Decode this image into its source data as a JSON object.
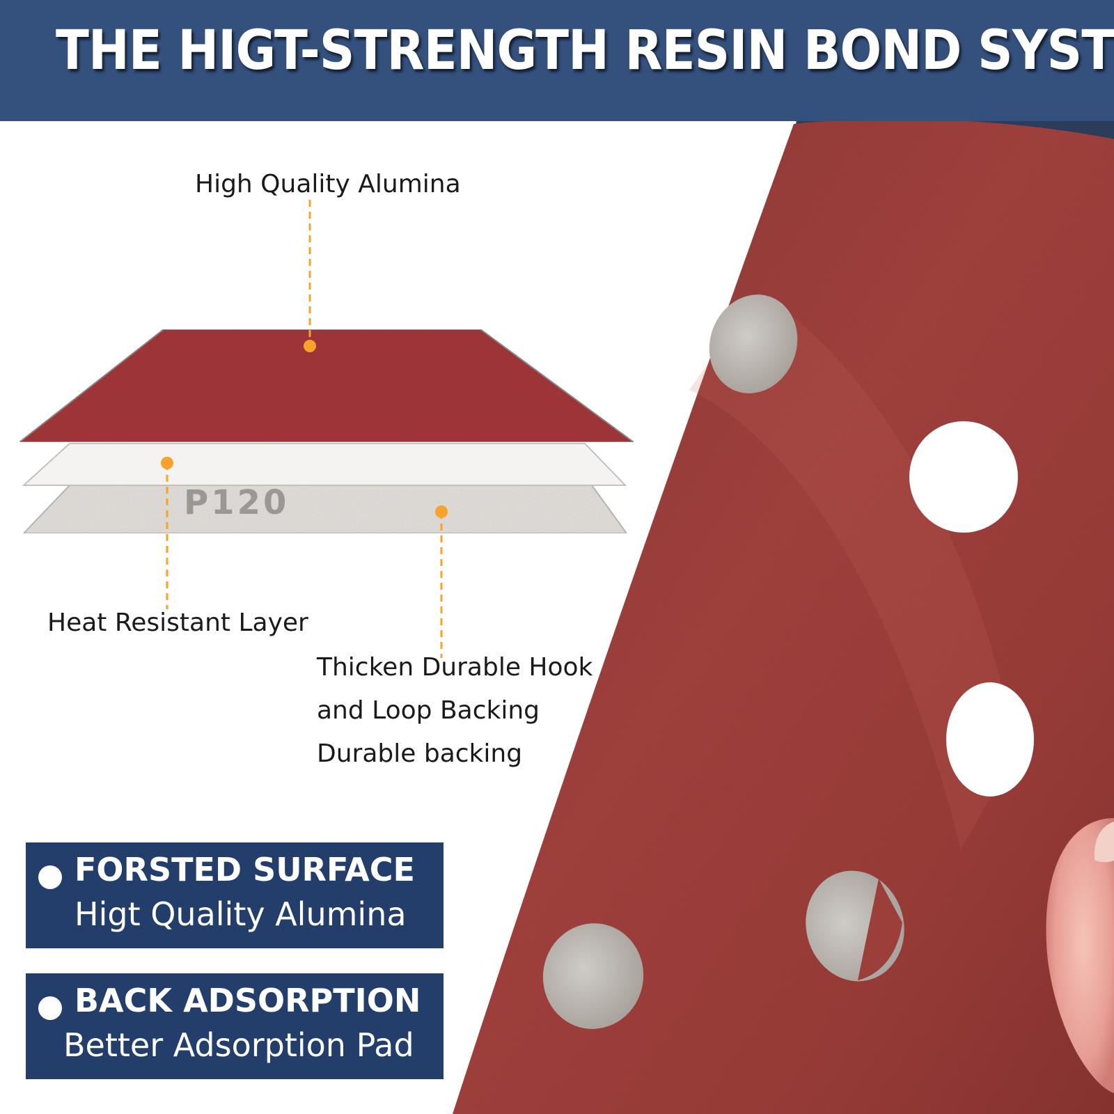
{
  "header": {
    "title": "THE HIGT-STRENGTH RESIN BOND SYSTEM"
  },
  "diagram": {
    "grit_label": "P120",
    "callouts": {
      "top_layer": "High Quality Alumina",
      "middle_layer": "Heat Resistant Layer",
      "bottom_layer": [
        "Thicken Durable Hook",
        "and Loop Backing",
        "Durable backing"
      ]
    }
  },
  "features": [
    {
      "title": "FORSTED SURFACE",
      "subtitle": "Higt Quality Alumina"
    },
    {
      "title": "BACK ADSORPTION",
      "subtitle": "Better Adsorption Pad"
    }
  ],
  "colors": {
    "header_bg": "#34507c",
    "feature_box_bg": "#243e6b",
    "abrasive_red": "#a3373a",
    "callout_line": "#f7a22a",
    "disc_red": "#9b3a35"
  }
}
